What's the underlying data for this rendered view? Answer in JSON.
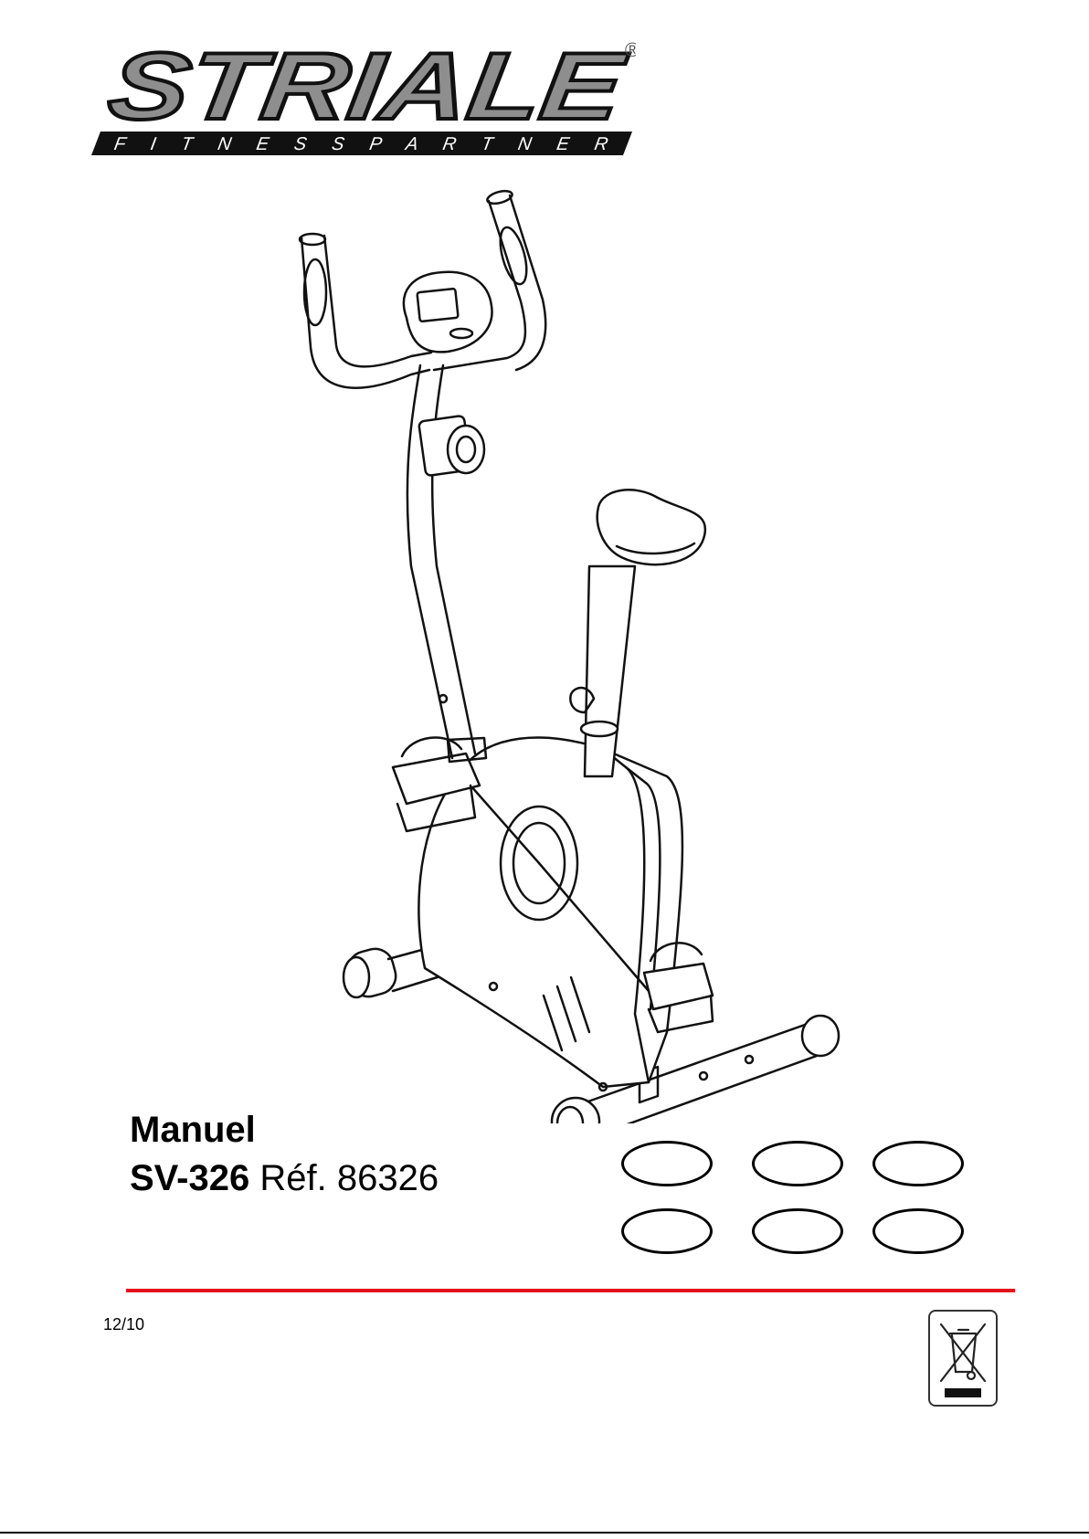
{
  "logo": {
    "brand": "STRIALE",
    "tagline": "F I T N E S S   P A R T N E R",
    "registered": "®"
  },
  "title": {
    "manual": "Manuel",
    "model": "SV-326",
    "ref_label": "Réf.",
    "ref_number": "86326"
  },
  "footer": {
    "date": "12/10"
  },
  "colors": {
    "accent_rule": "#e3121a",
    "logo_gray": "#8e8e8e",
    "ink": "#000000"
  },
  "icons": {
    "weee": "crossed-out-wheelie-bin-icon"
  }
}
